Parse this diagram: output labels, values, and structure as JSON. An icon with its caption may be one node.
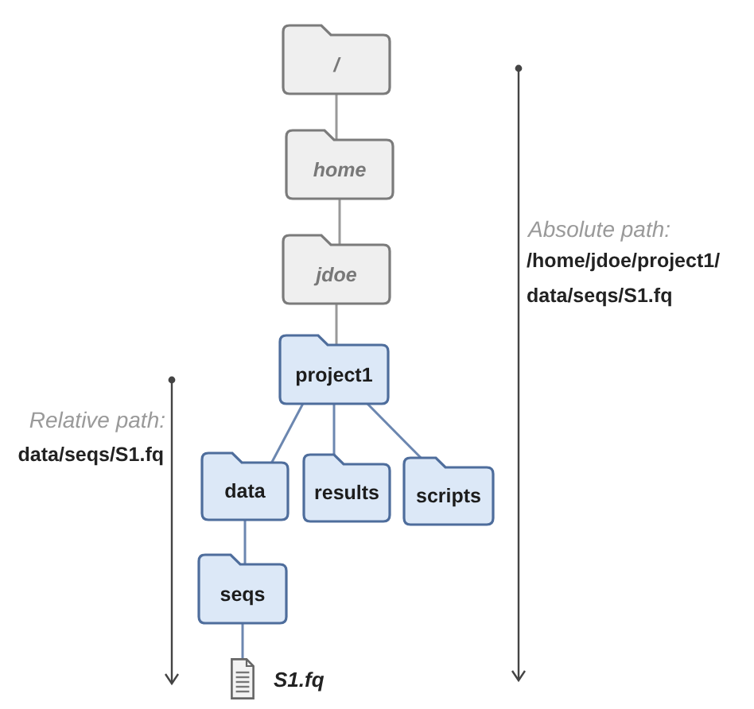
{
  "diagram": {
    "nodes": [
      {
        "text": [
          "/"
        ]
      },
      {
        "text": [
          "home"
        ]
      },
      {
        "text": [
          "jdoe"
        ]
      },
      {
        "text": [
          "project1"
        ]
      },
      {
        "text": [
          "data"
        ]
      },
      {
        "text": [
          "results"
        ]
      },
      {
        "text": [
          "scripts"
        ]
      },
      {
        "text": [
          "seqs"
        ]
      },
      {
        "text": [],
        "shape": "document",
        "beside": [
          "S1.fq"
        ]
      }
    ],
    "edges": [
      {
        "from": 0,
        "to": 1,
        "arrow": "none",
        "color": "#999999"
      },
      {
        "from": 1,
        "to": 2,
        "arrow": "none",
        "color": "#999999"
      },
      {
        "from": 2,
        "to": 3,
        "arrow": "none",
        "color": "#999999"
      },
      {
        "from": 3,
        "to": 4,
        "arrow": "none"
      },
      {
        "from": 3,
        "to": 5,
        "arrow": "none"
      },
      {
        "from": 3,
        "to": 6,
        "arrow": "none"
      },
      {
        "from": 4,
        "to": 7,
        "arrow": "none"
      },
      {
        "from": 7,
        "to": 8,
        "arrow": "none"
      }
    ],
    "labels": [
      "Absolute path:",
      "/home/jdoe/project1/ data/seqs/S1.fq",
      "Relative path:",
      "data/seqs/S1.fq"
    ]
  }
}
